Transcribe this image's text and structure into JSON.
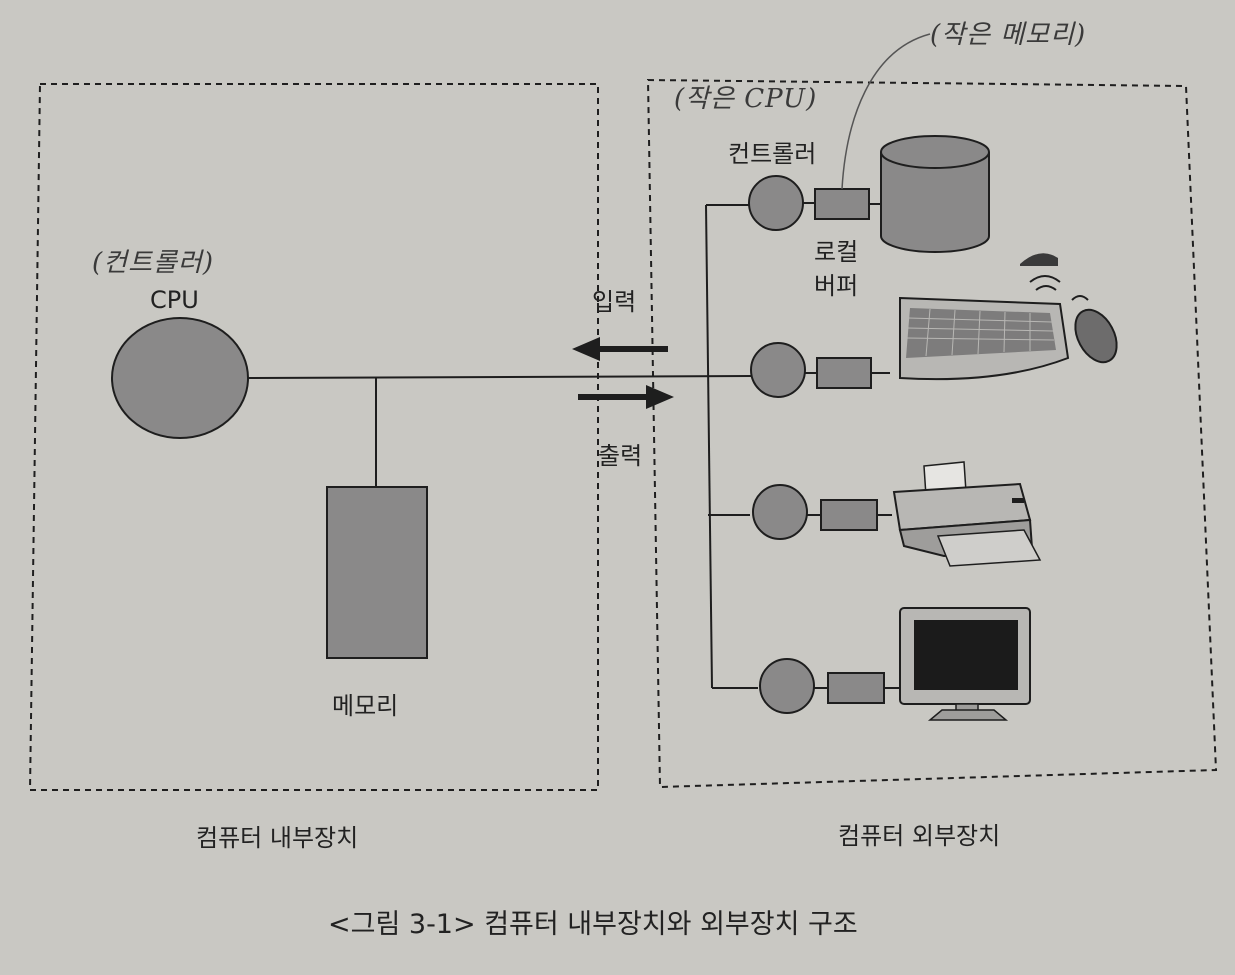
{
  "labels": {
    "cpu": "CPU",
    "memory": "메모리",
    "controller": "컨트롤러",
    "local_buffer_line1": "로컬",
    "local_buffer_line2": "버퍼",
    "input": "입력",
    "output": "출력",
    "internal_devices": "컴퓨터 내부장치",
    "external_devices": "컴퓨터 외부장치",
    "caption": "<그림 3-1> 컴퓨터 내부장치와 외부장치 구조"
  },
  "handwritten": {
    "small_memory": "(작은 메모리)",
    "small_cpu": "(작은 CPU)",
    "cpu_note": "(컨트롤러)"
  },
  "peripherals": [
    "disk-icon",
    "keyboard-mouse-icon",
    "printer-icon",
    "monitor-icon"
  ],
  "colors": {
    "background": "#c9c8c3",
    "shape_fill": "#8a8989",
    "line": "#1e1e1e"
  }
}
